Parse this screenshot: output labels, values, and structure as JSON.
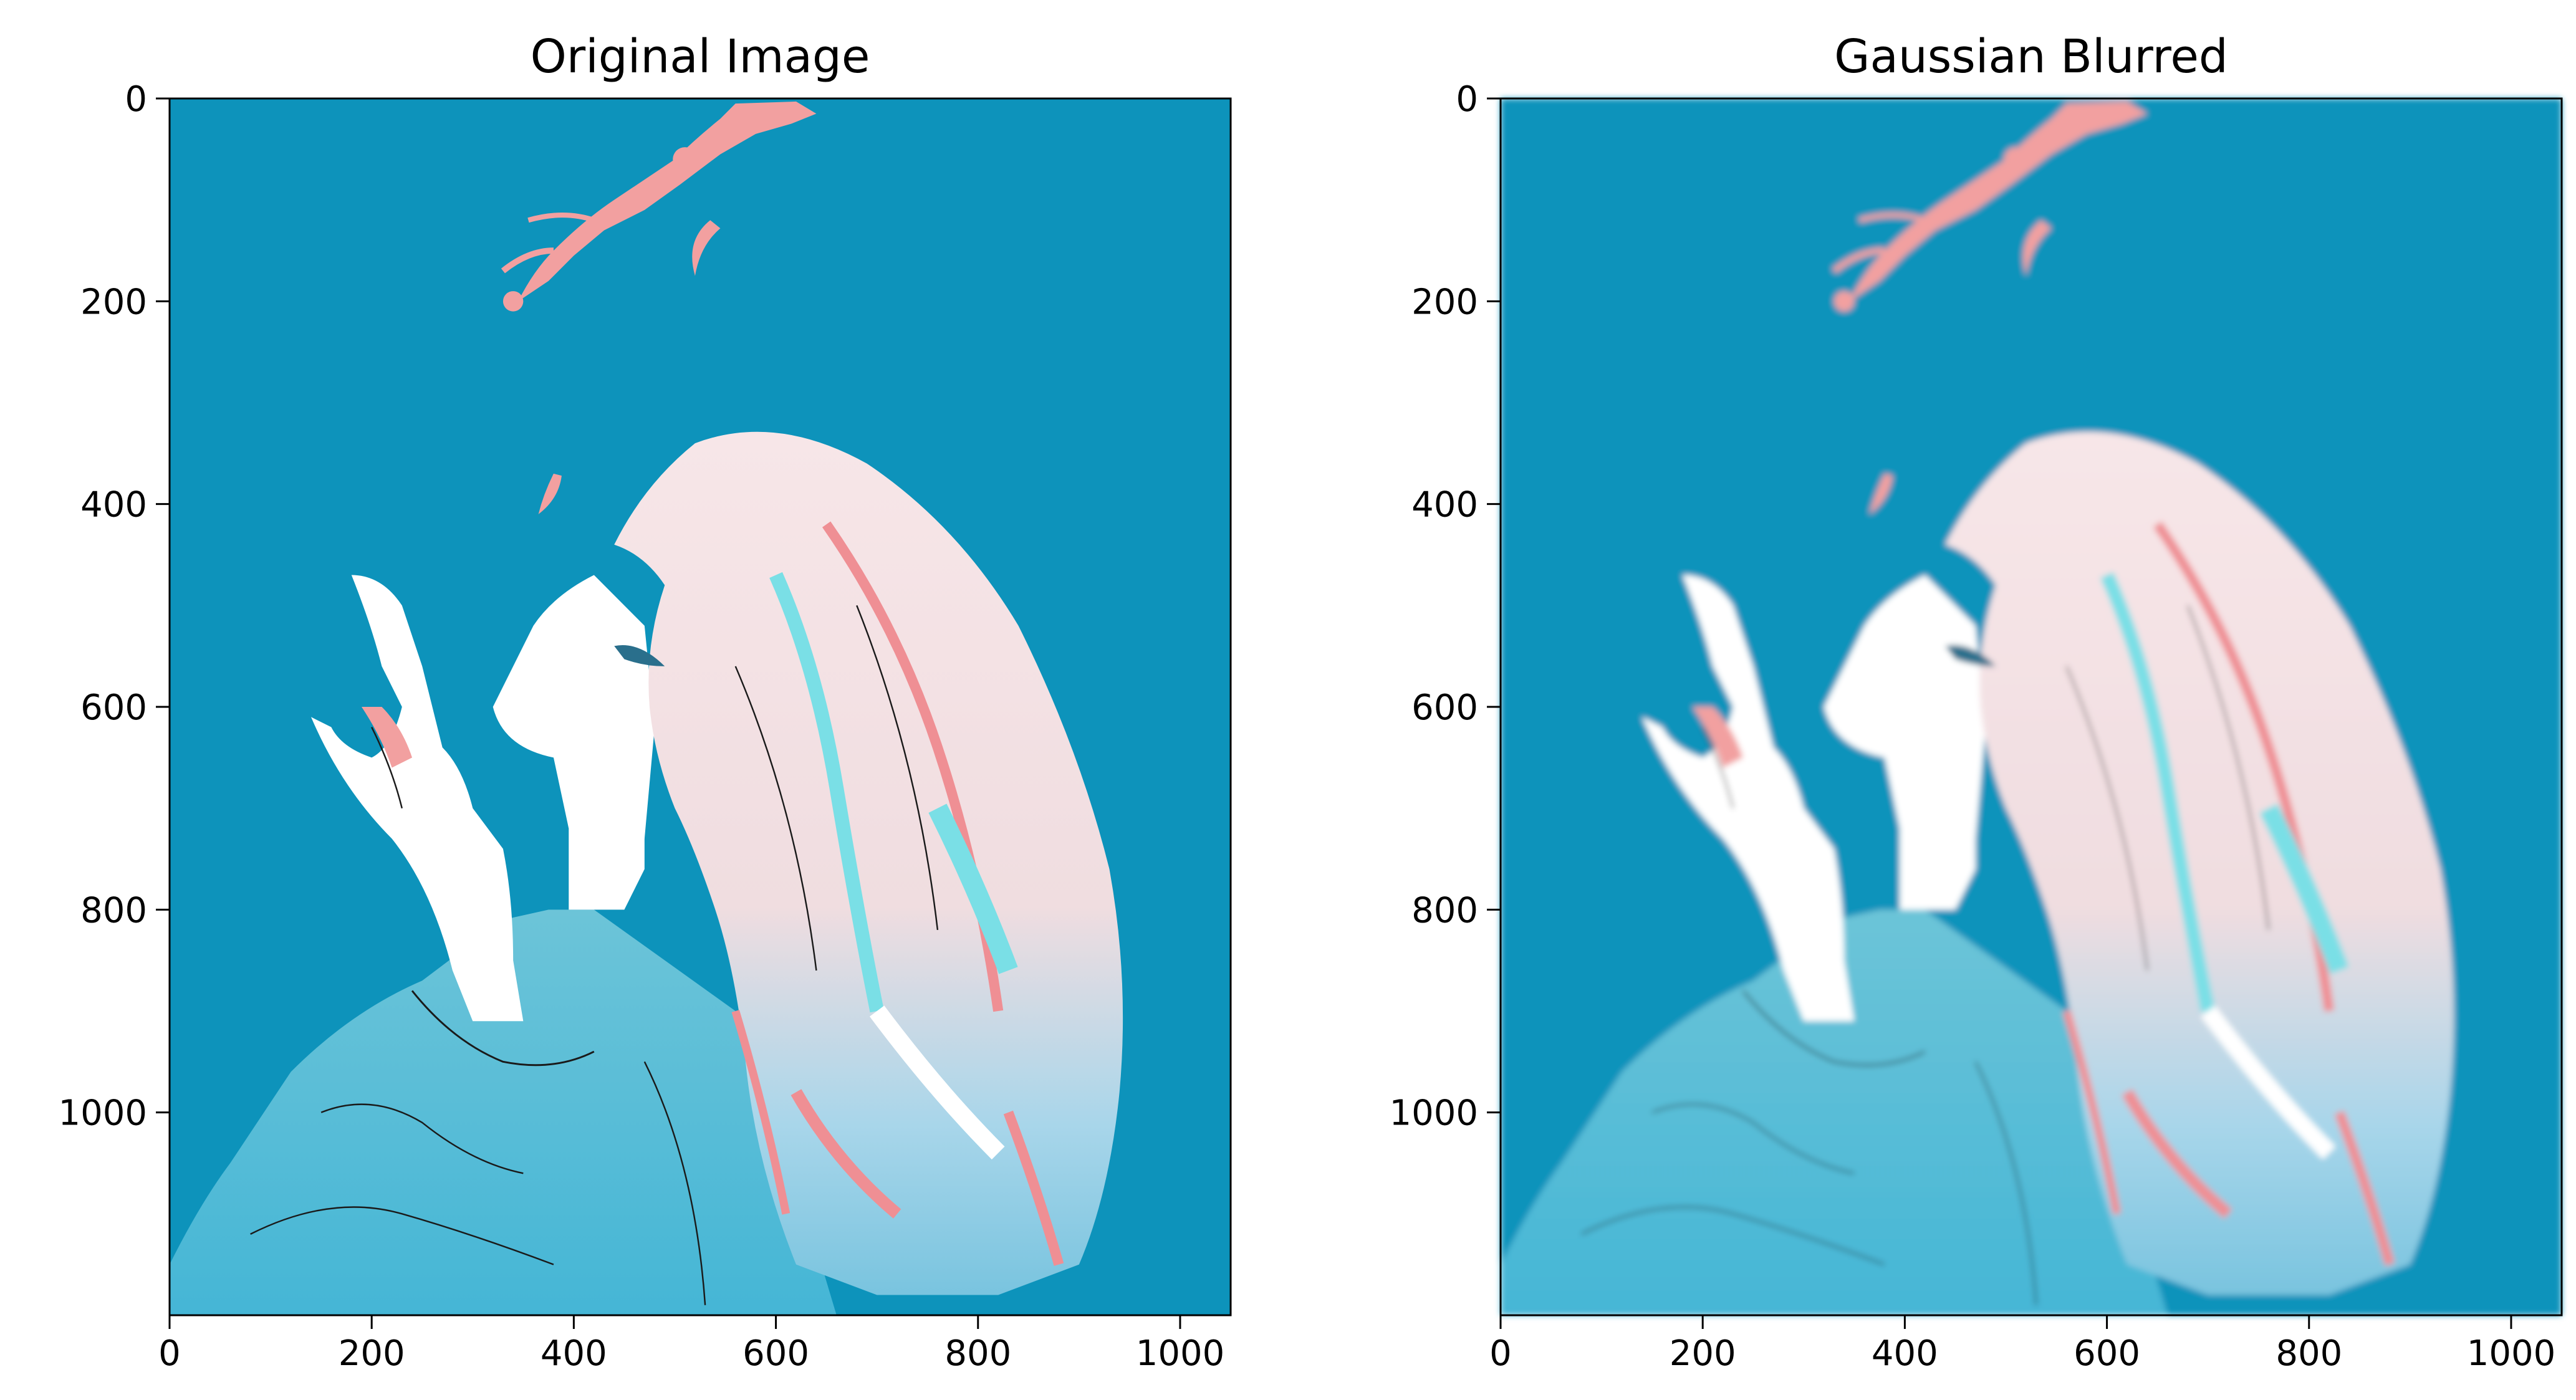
{
  "figure": {
    "panels": [
      {
        "title": "Original Image",
        "variant": "original"
      },
      {
        "title": "Gaussian Blurred",
        "variant": "blurred"
      }
    ]
  },
  "chart_data": [
    {
      "type": "image",
      "title": "Original Image",
      "xlim": [
        0,
        1050
      ],
      "ylim": [
        1200,
        0
      ],
      "xticks": [
        0,
        200,
        400,
        600,
        800,
        1000
      ],
      "yticks": [
        0,
        200,
        400,
        600,
        800,
        1000
      ],
      "xtick_labels": [
        "0",
        "200",
        "400",
        "600",
        "800",
        "1000"
      ],
      "ytick_labels": [
        "0",
        "200",
        "400",
        "600",
        "800",
        "1000"
      ]
    },
    {
      "type": "image",
      "title": "Gaussian Blurred",
      "xlim": [
        0,
        1050
      ],
      "ylim": [
        1200,
        0
      ],
      "xticks": [
        0,
        200,
        400,
        600,
        800,
        1000
      ],
      "yticks": [
        0,
        200,
        400,
        600,
        800,
        1000
      ],
      "xtick_labels": [
        "0",
        "200",
        "400",
        "600",
        "800",
        "1000"
      ],
      "ytick_labels": [
        "0",
        "200",
        "400",
        "600",
        "800",
        "1000"
      ]
    }
  ],
  "colors": {
    "background": "#0d93bb",
    "hair_light": "#f3dfe2",
    "hair_pink": "#ef8f94",
    "hair_cyan": "#7adfe6",
    "coat": "#5fbcd3",
    "coat_light": "#8fd2e6",
    "skin": "#ffffff",
    "line": "#1a1a1a"
  }
}
